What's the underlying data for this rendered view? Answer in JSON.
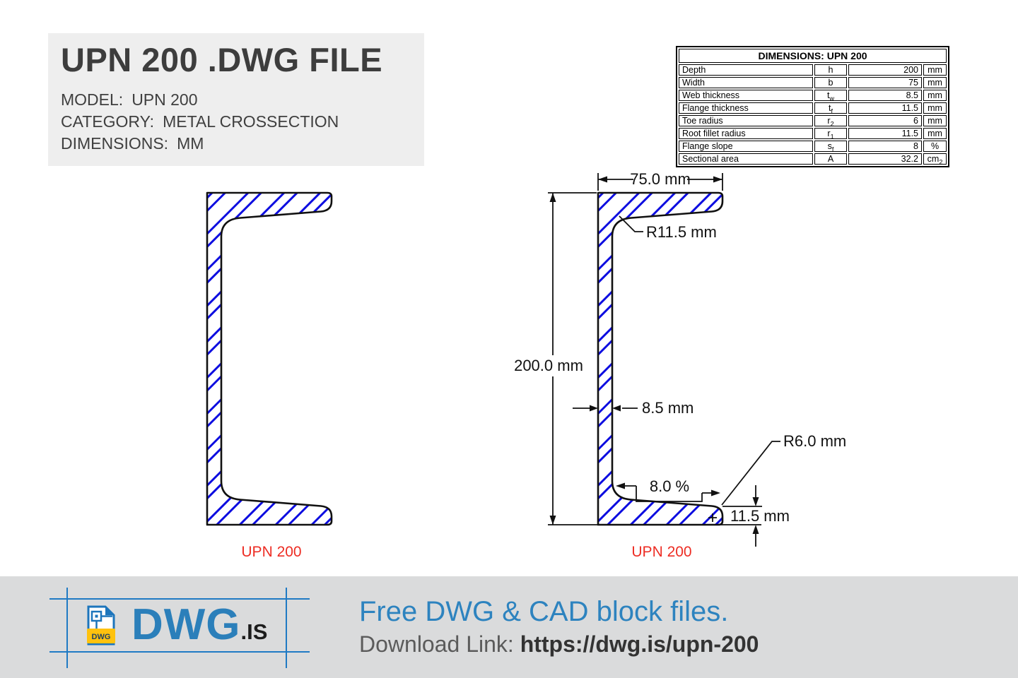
{
  "header": {
    "title": "UPN 200 .DWG FILE",
    "rows": [
      {
        "label": "MODEL:",
        "value": "UPN 200"
      },
      {
        "label": "CATEGORY:",
        "value": "METAL CROSSECTION"
      },
      {
        "label": "DIMENSIONS:",
        "value": "MM"
      }
    ]
  },
  "dimensions_table": {
    "title": "DIMENSIONS: UPN 200",
    "rows": [
      {
        "name": "Depth",
        "sym": "h",
        "sub": "",
        "value": "200",
        "unit": "mm",
        "unit_sub": ""
      },
      {
        "name": "Width",
        "sym": "b",
        "sub": "",
        "value": "75",
        "unit": "mm",
        "unit_sub": ""
      },
      {
        "name": "Web thickness",
        "sym": "t",
        "sub": "w",
        "value": "8.5",
        "unit": "mm",
        "unit_sub": ""
      },
      {
        "name": "Flange thickness",
        "sym": "t",
        "sub": "f",
        "value": "11.5",
        "unit": "mm",
        "unit_sub": ""
      },
      {
        "name": "Toe radius",
        "sym": "r",
        "sub": "2",
        "value": "6",
        "unit": "mm",
        "unit_sub": ""
      },
      {
        "name": "Root fillet radius",
        "sym": "r",
        "sub": "1",
        "value": "11.5",
        "unit": "mm",
        "unit_sub": ""
      },
      {
        "name": "Flange slope",
        "sym": "s",
        "sub": "f",
        "value": "8",
        "unit": "%",
        "unit_sub": ""
      },
      {
        "name": "Sectional area",
        "sym": "A",
        "sub": "",
        "value": "32.2",
        "unit": "cm",
        "unit_sub": "2"
      }
    ]
  },
  "drawing": {
    "caption_left": "UPN 200",
    "caption_right": "UPN 200",
    "labels": {
      "width": "75.0 mm",
      "depth": "200.0 mm",
      "web_thickness": "8.5 mm",
      "root_radius": "R11.5 mm",
      "toe_radius": "R6.0 mm",
      "flange_slope": "8.0 %",
      "flange_thickness": "11.5 mm"
    },
    "colors": {
      "outline": "#111111",
      "hatch": "#0d0de0",
      "caption_red": "#ed2d24"
    }
  },
  "footer": {
    "logo": {
      "text_primary": "DWG",
      "text_secondary": ".IS",
      "icon_label": "DWG"
    },
    "heading": "Free DWG & CAD block files.",
    "download_label": "Download Link: ",
    "download_url": "https://dwg.is/upn-200",
    "colors": {
      "accent": "#2d83bf",
      "background": "#dadbdc"
    }
  }
}
